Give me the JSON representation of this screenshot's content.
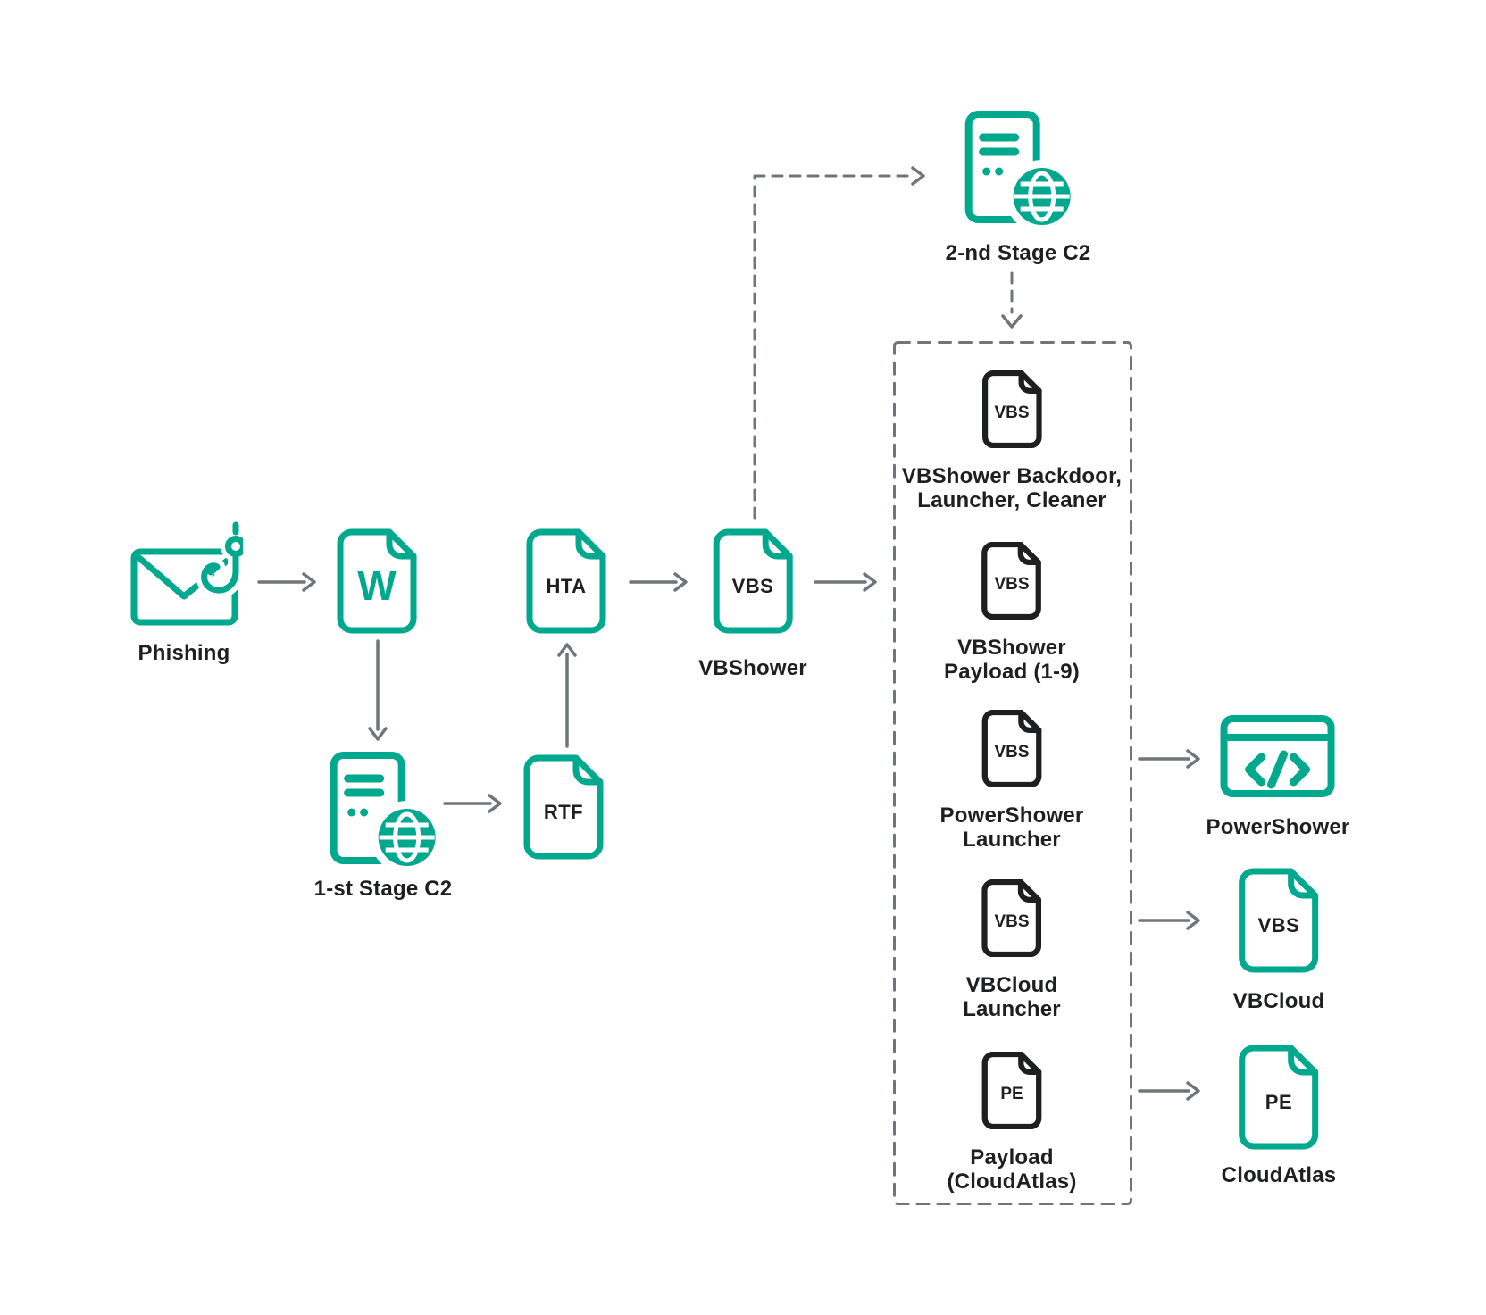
{
  "colors": {
    "accent_teal": "#00A88E",
    "ink": "#1D1F20",
    "connector_gray": "#6E757C"
  },
  "nodes": {
    "phishing": {
      "label": "Phishing",
      "icon": "envelope-fishhook-icon"
    },
    "word_doc": {
      "badge": "W",
      "icon": "word-document-icon"
    },
    "stage1_c2": {
      "label": "1-st Stage C2",
      "icon": "server-globe-icon"
    },
    "rtf_doc": {
      "badge": "RTF",
      "icon": "rtf-document-icon"
    },
    "hta_doc": {
      "badge": "HTA",
      "icon": "hta-document-icon"
    },
    "vbshower": {
      "badge": "VBS",
      "label": "VBShower",
      "icon": "vbs-document-icon"
    },
    "stage2_c2": {
      "label": "2-nd Stage C2",
      "icon": "server-globe-icon"
    },
    "payload_group": {
      "items": [
        {
          "badge": "VBS",
          "label": "VBShower Backdoor,\nLauncher, Cleaner",
          "icon": "vbs-document-icon"
        },
        {
          "badge": "VBS",
          "label": "VBShower\nPayload (1-9)",
          "icon": "vbs-document-icon"
        },
        {
          "badge": "VBS",
          "label": "PowerShower\nLauncher",
          "icon": "vbs-document-icon"
        },
        {
          "badge": "VBS",
          "label": "VBCloud\nLauncher",
          "icon": "vbs-document-icon"
        },
        {
          "badge": "PE",
          "label": "Payload\n(CloudAtlas)",
          "icon": "pe-document-icon"
        }
      ]
    },
    "powershower": {
      "label": "PowerShower",
      "icon": "code-window-icon"
    },
    "vbcloud": {
      "badge": "VBS",
      "label": "VBCloud",
      "icon": "vbs-document-icon"
    },
    "cloudatlas": {
      "badge": "PE",
      "label": "CloudAtlas",
      "icon": "pe-document-icon"
    }
  }
}
